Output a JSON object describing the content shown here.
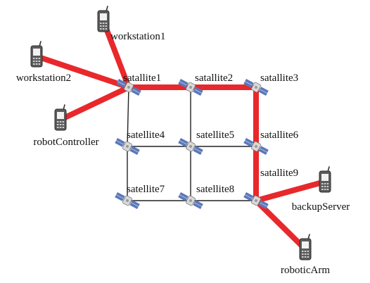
{
  "diagram": {
    "colors": {
      "route": "#e8282b",
      "grid": "#222222",
      "phone_body": "#5b5b5b",
      "phone_screen": "#f2f2f2",
      "satellite_panel": "#5b78b8",
      "satellite_body": "#d9d9d9"
    },
    "satellites": [
      {
        "id": "s1",
        "label": "satallite1"
      },
      {
        "id": "s2",
        "label": "satallite2"
      },
      {
        "id": "s3",
        "label": "satallite3"
      },
      {
        "id": "s4",
        "label": "satellite4"
      },
      {
        "id": "s5",
        "label": "satellite5"
      },
      {
        "id": "s6",
        "label": "satallite6"
      },
      {
        "id": "s7",
        "label": "satellite7"
      },
      {
        "id": "s8",
        "label": "satellite8"
      },
      {
        "id": "s9",
        "label": "satallite9"
      }
    ],
    "devices": [
      {
        "id": "workstation1",
        "label": "workstation1",
        "icon": "mobile-phone-icon"
      },
      {
        "id": "workstation2",
        "label": "workstation2",
        "icon": "mobile-phone-icon"
      },
      {
        "id": "robotController",
        "label": "robotController",
        "icon": "mobile-phone-icon"
      },
      {
        "id": "backupServer",
        "label": "backupServer",
        "icon": "mobile-phone-icon"
      },
      {
        "id": "roboticArm",
        "label": "roboticArm",
        "icon": "mobile-phone-icon"
      }
    ],
    "grid_links": [
      [
        "s1",
        "s2"
      ],
      [
        "s2",
        "s3"
      ],
      [
        "s4",
        "s5"
      ],
      [
        "s5",
        "s6"
      ],
      [
        "s7",
        "s8"
      ],
      [
        "s8",
        "s9"
      ],
      [
        "s1",
        "s4"
      ],
      [
        "s4",
        "s7"
      ],
      [
        "s2",
        "s5"
      ],
      [
        "s5",
        "s8"
      ],
      [
        "s3",
        "s6"
      ],
      [
        "s6",
        "s9"
      ]
    ],
    "highlighted_links": [
      [
        "workstation1",
        "s1"
      ],
      [
        "workstation2",
        "s1"
      ],
      [
        "robotController",
        "s1"
      ],
      [
        "s1",
        "s2"
      ],
      [
        "s2",
        "s3"
      ],
      [
        "s3",
        "s6"
      ],
      [
        "s6",
        "s9"
      ],
      [
        "s9",
        "backupServer"
      ],
      [
        "s9",
        "roboticArm"
      ]
    ]
  }
}
